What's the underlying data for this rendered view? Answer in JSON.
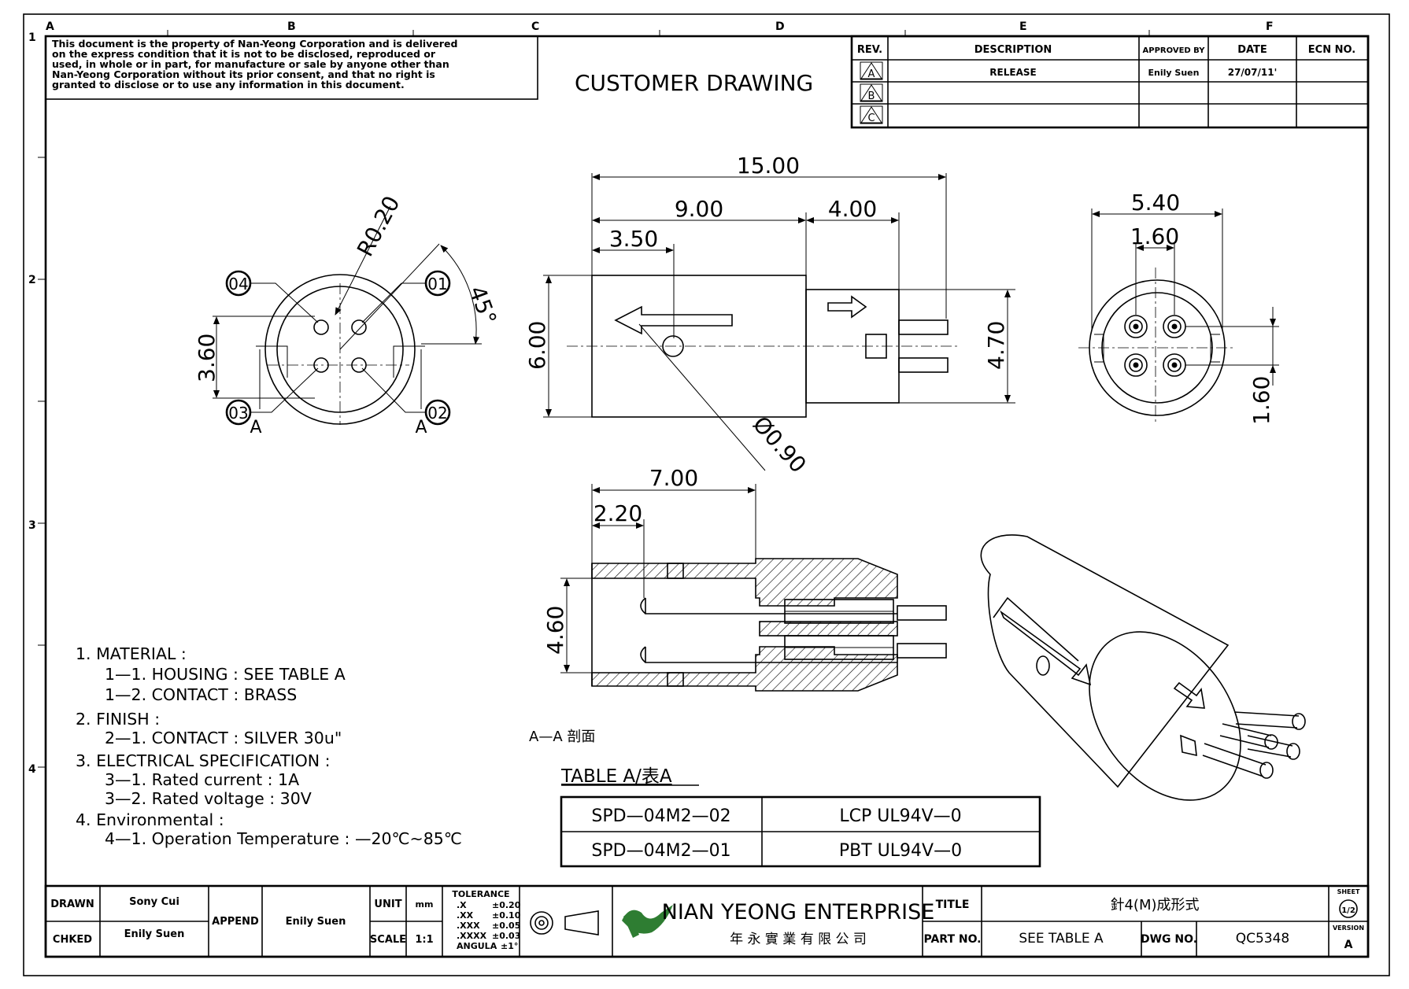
{
  "notice": [
    "This document is the property of Nan-Yeong Corporation and is delivered",
    "on the express condition that it is not to be disclosed, reproduced or",
    "used, in whole or in part, for manufacture or sale by anyone other than",
    "Nan-Yeong Corporation without its prior consent, and that no right is",
    "granted to disclose or to use any information in this document."
  ],
  "drawing_title": "CUSTOMER DRAWING",
  "grid": {
    "columns": [
      "A",
      "B",
      "C",
      "D",
      "E",
      "F"
    ],
    "rows": [
      "1",
      "2",
      "3",
      "4"
    ]
  },
  "revision": {
    "headers": [
      "REV.",
      "DESCRIPTION",
      "APPROVED BY",
      "DATE",
      "ECN NO."
    ],
    "rows": [
      {
        "rev": "A",
        "description": "RELEASE",
        "approved": "Enily Suen",
        "date": "27/07/11'",
        "ecn": ""
      },
      {
        "rev": "B",
        "description": "",
        "approved": "",
        "date": "",
        "ecn": ""
      },
      {
        "rev": "C",
        "description": "",
        "approved": "",
        "date": "",
        "ecn": ""
      }
    ]
  },
  "dimensions": {
    "r020": "R0.20",
    "angle45": "45°",
    "d360": "3.60",
    "pin04": "04",
    "pin01": "01",
    "pin03": "03",
    "pin02": "02",
    "sectionA": "A",
    "d1500": "15.00",
    "d900": "9.00",
    "d400": "4.00",
    "d350": "3.50",
    "d600": "6.00",
    "d470": "4.70",
    "dia090": "Ø0.90",
    "d540": "5.40",
    "d160top": "1.60",
    "d160side": "1.60",
    "d700": "7.00",
    "d220": "2.20",
    "d460": "4.60",
    "section_label": "A—A  剖面"
  },
  "notes": [
    "1.  MATERIAL  :",
    "1—1.  HOUSING  :  SEE  TABLE  A",
    "1—2.  CONTACT  :  BRASS",
    "2.  FINISH  :",
    "2—1.  CONTACT    :  SILVER  30u\"",
    "3.  ELECTRICAL  SPECIFICATION  :",
    "3—1.  Rated  current  :  1A",
    "3—2.  Rated  voltage  :  30V",
    "4.  Environmental  :",
    "4—1.  Operation  Temperature  :  —20℃~85℃"
  ],
  "table_a": {
    "title": "TABLE  A/表A",
    "rows": [
      [
        "SPD—04M2—02",
        "LCP  UL94V—0"
      ],
      [
        "SPD—04M2—01",
        "PBT  UL94V—0"
      ]
    ]
  },
  "title_block": {
    "drawn_label": "DRAWN",
    "drawn_value": "Sony Cui",
    "checked_label": "CHKED",
    "checked_value": "Enily Suen",
    "append_label": "APPEND",
    "append_value": "Enily Suen",
    "unit_label": "UNIT",
    "unit_value": "mm",
    "scale_label": "SCALE",
    "scale_value": "1:1",
    "tolerance_title": "TOLERANCE",
    "tolerances": [
      [
        ".X",
        "±0.20"
      ],
      [
        ".XX",
        "±0.10"
      ],
      [
        ".XXX",
        "±0.05"
      ],
      [
        ".XXXX",
        "±0.03"
      ],
      [
        "ANGULA",
        "±1°"
      ]
    ],
    "company_name": "NIAN YEONG ENTERPRISE",
    "company_name_cn": "年 永 實 業 有 限 公 司",
    "title_label": "TITLE",
    "title_value": "針4(M)成形式",
    "part_label": "PART NO.",
    "part_value": "SEE  TABLE  A",
    "dwg_label": "DWG NO.",
    "dwg_value": "QC5348",
    "sheet_label": "SHEET",
    "sheet_value": "1/2",
    "version_label": "VERSION",
    "version_value": "A"
  }
}
